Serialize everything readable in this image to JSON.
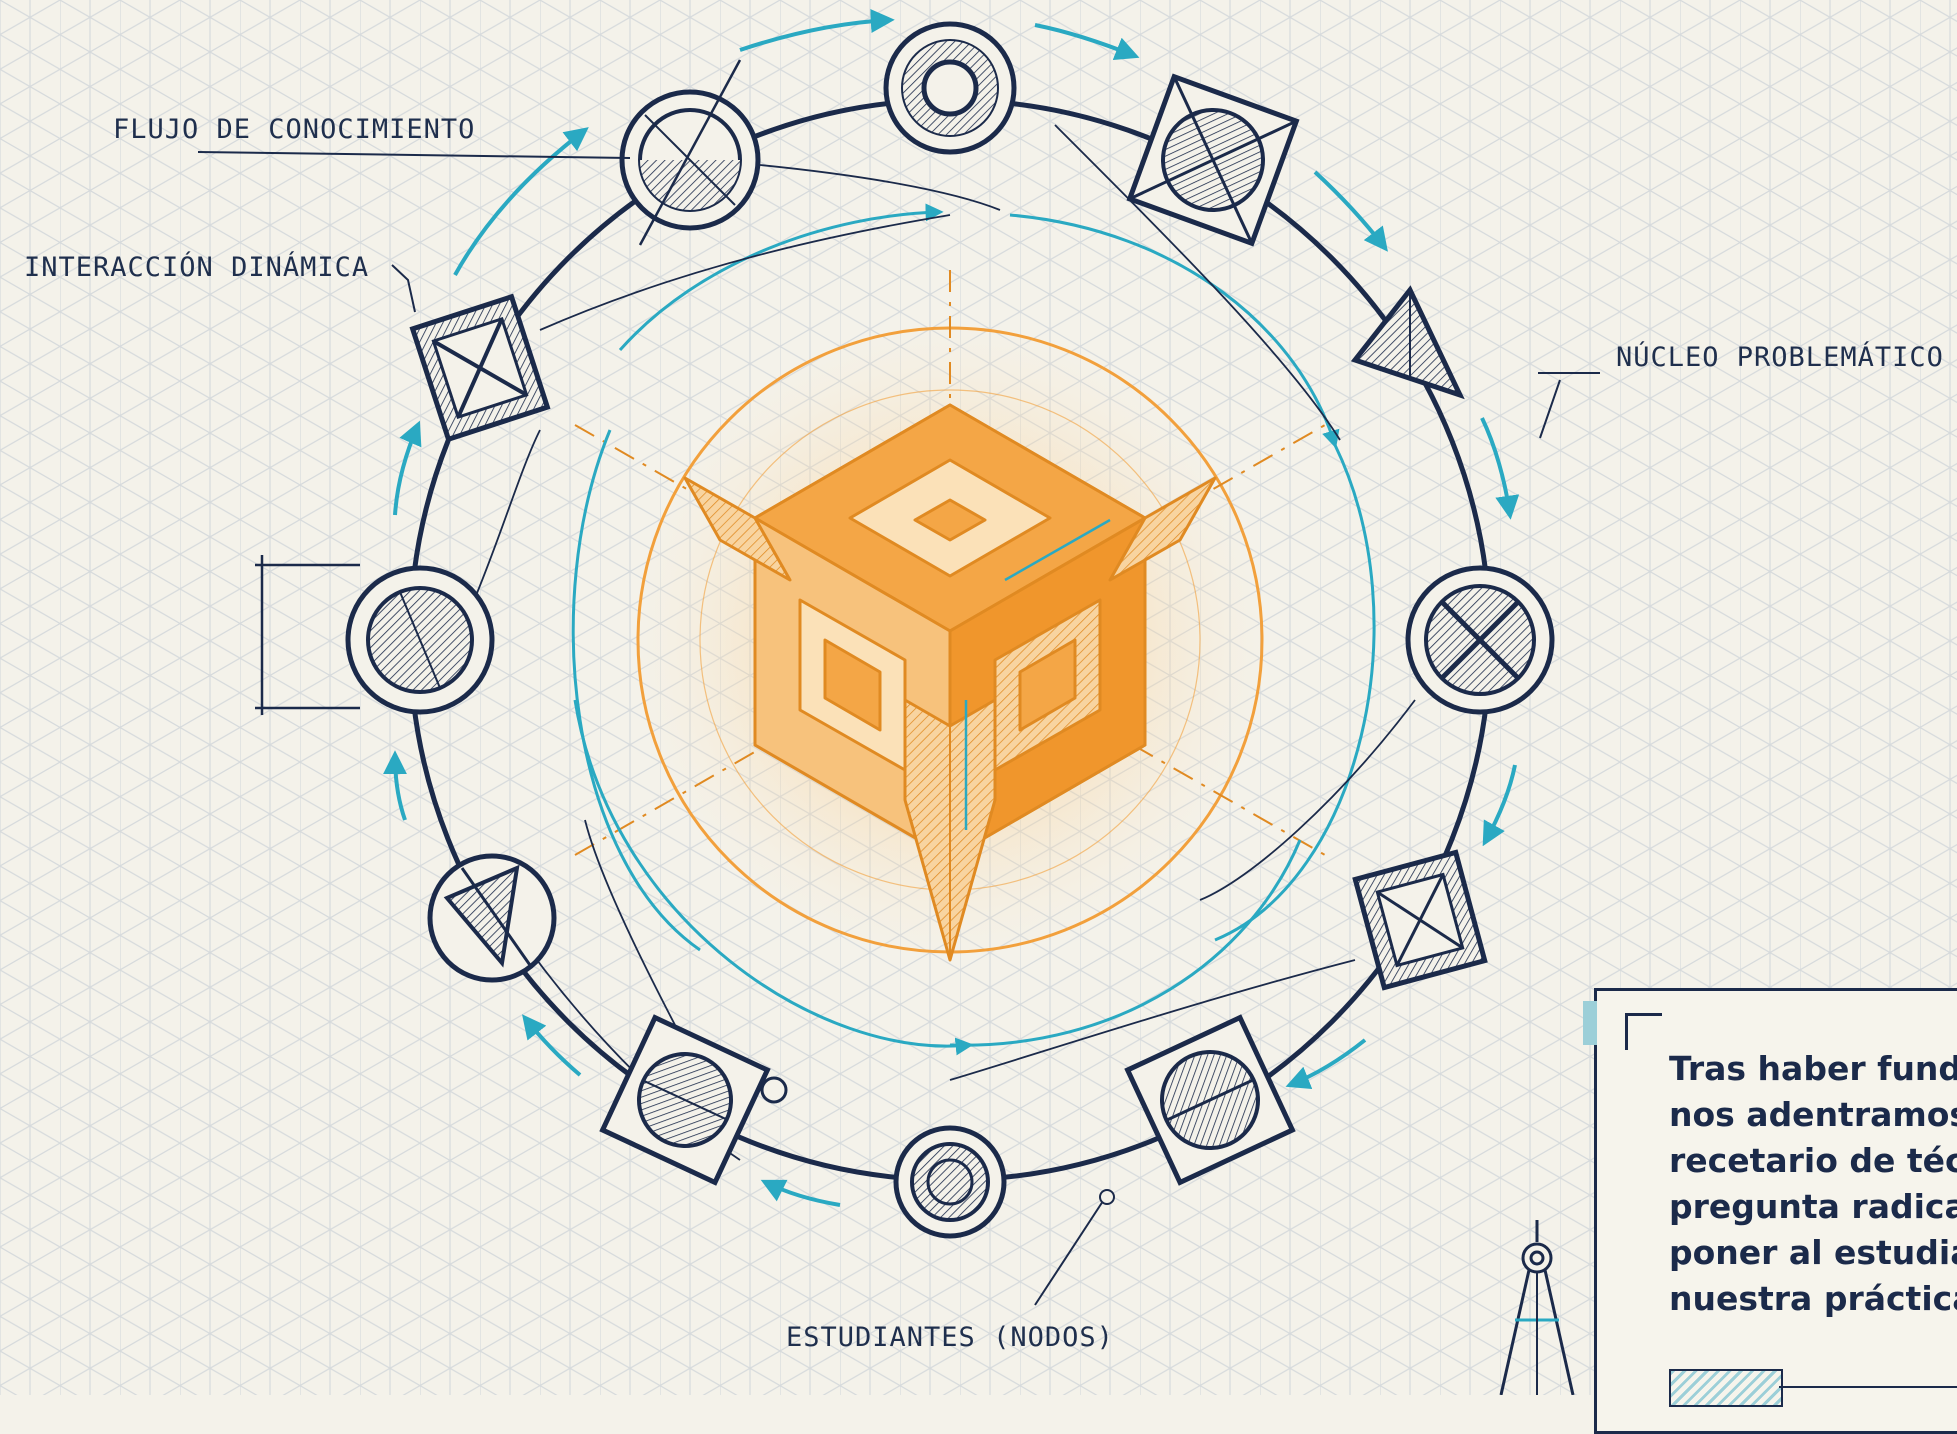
{
  "labels": {
    "knowledge_flow": "FLUJO DE CONOCIMIENTO",
    "dynamic_interaction": "INTERACCIÓN DINÁMICA",
    "problem_core": "NÚCLEO PROBLEMÁTICO",
    "students_nodes": "ESTUDIANTES (NODOS)"
  },
  "note": {
    "lines": [
      "Tras haber funda",
      "nos adentramos",
      "recetario de téc",
      "pregunta radica",
      "poner al estudia",
      "nuestra práctica"
    ]
  },
  "colors": {
    "background": "#f4f2ea",
    "grid": "#d3d8dc",
    "navy": "#1b2a4a",
    "cyan": "#2aa9c2",
    "orange": "#f2a03c",
    "orange_dark": "#e08a22"
  },
  "icons": {
    "center": "interlocked-cube",
    "compass": "drafting-compass-icon"
  }
}
